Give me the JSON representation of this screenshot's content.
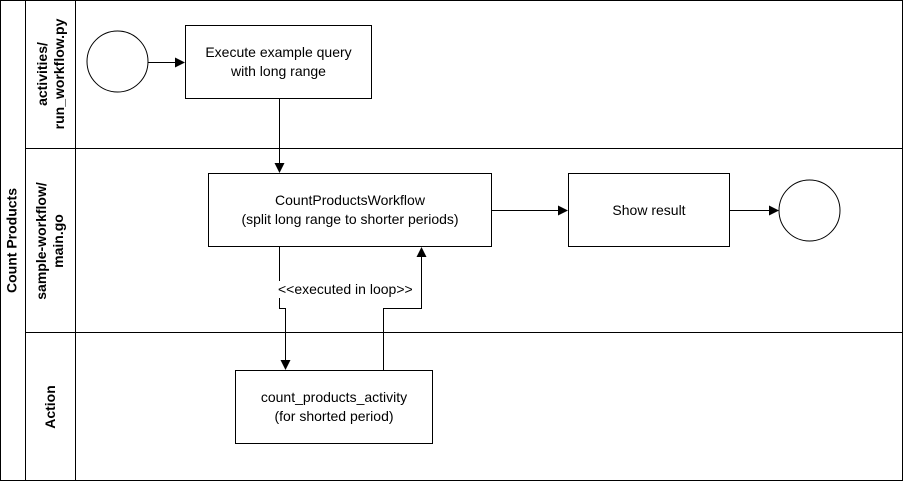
{
  "pool": {
    "title": "Count Products"
  },
  "lanes": [
    {
      "label_line1": "activities/",
      "label_line2": "run_workflow.py"
    },
    {
      "label_line1": "sample-workflow/",
      "label_line2": "main.go"
    },
    {
      "label_line1": "Action",
      "label_line2": ""
    }
  ],
  "nodes": {
    "execute_query": {
      "line1": "Execute example query",
      "line2": "with long range"
    },
    "count_workflow": {
      "line1": "CountProductsWorkflow",
      "line2": "(split long range to shorter periods)"
    },
    "show_result": {
      "line1": "Show result"
    },
    "count_activity": {
      "line1": "count_products_activity",
      "line2": "(for shorted period)"
    }
  },
  "edges": {
    "loop_label": "<<executed in loop>>"
  }
}
